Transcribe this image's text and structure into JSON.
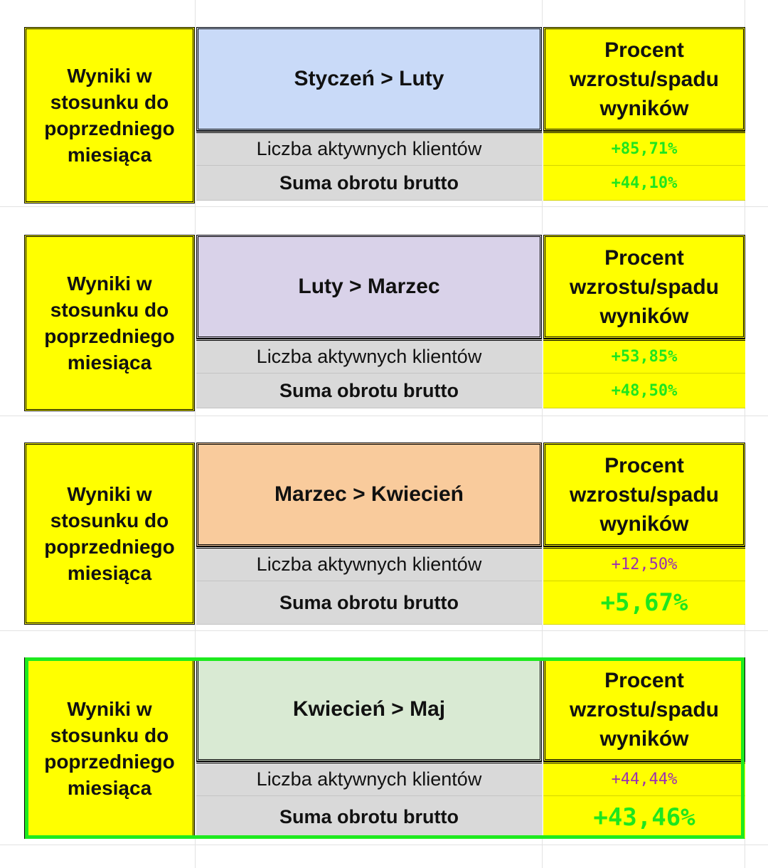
{
  "colors": {
    "yellow": "#ffff00",
    "label_bg": "#d9d9d9",
    "value_green": "#1ee61e",
    "value_purple": "#9b30b0",
    "highlight_border": "#1eea1e"
  },
  "blocks": [
    {
      "side_label": "Wyniki w stosunku do poprzedniego miesiąca",
      "period": "Styczeń > Luty",
      "period_bg": "#c9daf8",
      "change_header": "Procent wzrostu/spadu wyników",
      "rows": [
        {
          "label": "Liczba aktywnych klientów",
          "value": "+85,71%"
        },
        {
          "label": "Suma obrotu brutto",
          "value": "+44,10%"
        }
      ]
    },
    {
      "side_label": "Wyniki w stosunku do poprzedniego miesiąca",
      "period": "Luty > Marzec",
      "period_bg": "#d9d2e9",
      "change_header": "Procent wzrostu/spadu wyników",
      "rows": [
        {
          "label": "Liczba aktywnych klientów",
          "value": "+53,85%"
        },
        {
          "label": "Suma obrotu brutto",
          "value": "+48,50%"
        }
      ]
    },
    {
      "side_label": "Wyniki w stosunku do poprzedniego miesiąca",
      "period": "Marzec > Kwiecień",
      "period_bg": "#f9cb9c",
      "change_header": "Procent wzrostu/spadu wyników",
      "rows": [
        {
          "label": "Liczba aktywnych klientów",
          "value": "+12,50%"
        },
        {
          "label": "Suma obrotu brutto",
          "value": "+5,67%"
        }
      ]
    },
    {
      "side_label": "Wyniki w stosunku do poprzedniego miesiąca",
      "period": "Kwiecień > Maj",
      "period_bg": "#d9ead3",
      "change_header": "Procent wzrostu/spadu wyników",
      "rows": [
        {
          "label": "Liczba aktywnych klientów",
          "value": "+44,44%"
        },
        {
          "label": "Suma obrotu brutto",
          "value": "+43,46%"
        }
      ]
    }
  ]
}
